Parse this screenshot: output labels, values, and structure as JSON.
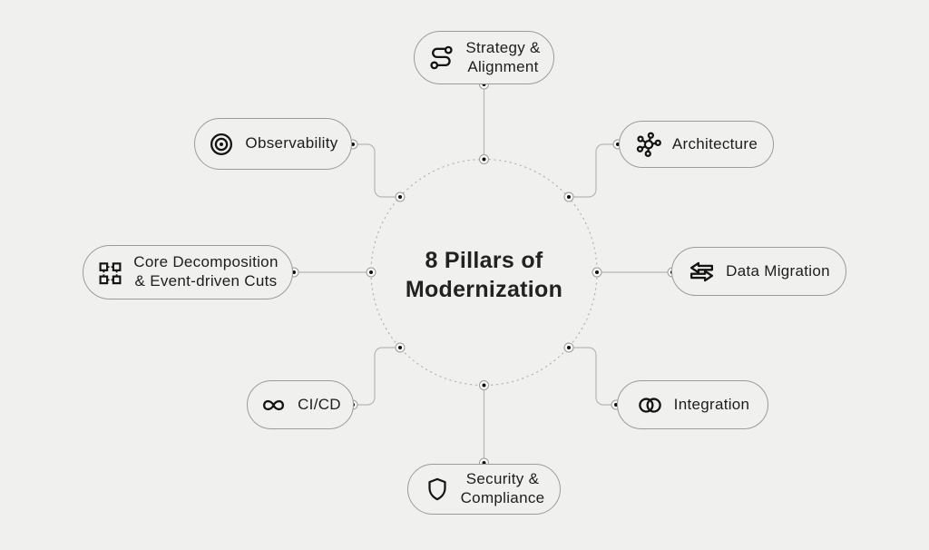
{
  "diagram": {
    "center": {
      "title": "8 Pillars of\nModernization"
    },
    "nodes": [
      {
        "id": "strategy-alignment",
        "label": "Strategy &\nAlignment",
        "icon": "route-icon"
      },
      {
        "id": "observability",
        "label": "Observability",
        "icon": "target-icon"
      },
      {
        "id": "architecture",
        "label": "Architecture",
        "icon": "network-icon"
      },
      {
        "id": "core-decomposition",
        "label": "Core Decomposition\n& Event-driven Cuts",
        "icon": "modules-icon"
      },
      {
        "id": "data-migration",
        "label": "Data Migration",
        "icon": "swap-arrows-icon"
      },
      {
        "id": "cicd",
        "label": "CI/CD",
        "icon": "infinity-icon"
      },
      {
        "id": "integration",
        "label": "Integration",
        "icon": "venn-circles-icon"
      },
      {
        "id": "security-compliance",
        "label": "Security &\nCompliance",
        "icon": "shield-icon"
      }
    ],
    "colors": {
      "background": "#f0f0ee",
      "pill_border": "#9c9c9c",
      "text": "#1d1d1d",
      "connector": "#b6b6b6",
      "dashed_circle": "#b0b0b0",
      "icon_stroke": "#141414",
      "dot_fill": "#fbfbfb",
      "dot_center": "#111111"
    }
  }
}
